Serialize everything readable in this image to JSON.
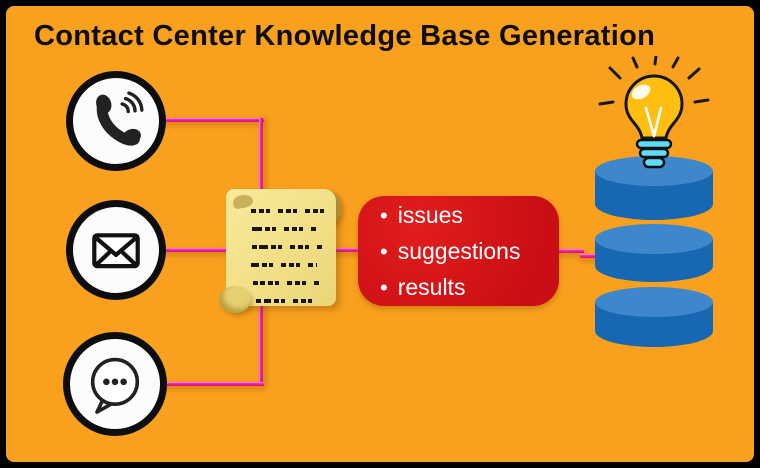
{
  "title": "Contact Center Knowledge Base Generation",
  "sources": {
    "items": [
      {
        "name": "phone",
        "icon": "phone-icon"
      },
      {
        "name": "email",
        "icon": "envelope-icon"
      },
      {
        "name": "chat",
        "icon": "chat-bubble-icon"
      }
    ]
  },
  "document": {
    "icon": "scroll-document-icon",
    "text_line_count": 6
  },
  "knowledge_box": {
    "bullet": "•",
    "items": [
      "issues",
      "suggestions",
      "results"
    ]
  },
  "database": {
    "icon": "database-icon",
    "segments": 3,
    "idea_icon": "lightbulb-icon"
  },
  "colors": {
    "background": "#F9A11E",
    "frame_border": "#000000",
    "title_text": "#0D0D0D",
    "connector_pink": "#FB14BB",
    "red_box": "#C90F15",
    "red_box_text": "#FFFFFF",
    "scroll_yellow": "#F2DF87",
    "database_blue": "#1767B2",
    "database_blue_top": "#3E87CB",
    "bulb_yellow": "#FFBE10",
    "bulb_base_cyan": "#5EDCF6",
    "icon_black": "#111111",
    "icon_circle_fill": "#FCFCFC"
  }
}
